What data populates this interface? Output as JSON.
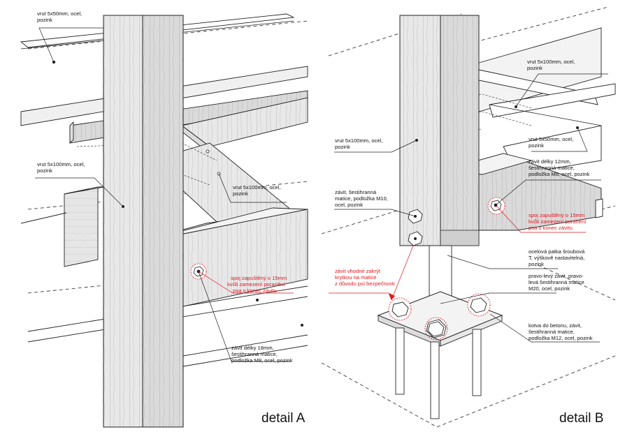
{
  "colors": {
    "wood": "#e8e8e8",
    "wood_dark": "#d4d4d4",
    "line": "#222222",
    "accent_red": "#e3161d"
  },
  "detail_a": {
    "title": "detail A",
    "labels": {
      "screw_top": [
        "vrut 5x50mm, ocel,",
        "pozink"
      ],
      "screw_left": [
        "vrut 5x100mm, ocel,",
        "pozink"
      ],
      "screw_mid": [
        "vrut 5x100mm, ocel,",
        "pozink"
      ],
      "recessed_joint": [
        "spoj zapuštěný o 15mm",
        "kvůli zamezení poranění",
        "psa o konec závitu"
      ],
      "thread": [
        "závit délky 18mm,",
        "šestihranná matice,",
        "podložka M8, ocel, pozink"
      ]
    }
  },
  "detail_b": {
    "title": "detail B",
    "labels": {
      "screw_top": [
        "vrut 5x100mm, ocel,",
        "pozink"
      ],
      "screw_small": [
        "vrut 5x50mm, ocel,",
        "pozink"
      ],
      "screw_post": [
        "vrut 5x100mm, ocel,",
        "pozink"
      ],
      "thread_12": [
        "závit délky 12mm,",
        "šestihranná matice,",
        "podložka M8, ocel, pozink"
      ],
      "recessed_joint": [
        "spoj zapuštěný o 15mm",
        "kvůli zamezení poranění",
        "psa o konec závitu"
      ],
      "bolt_m10": [
        "závit, šestihranná",
        "matice, podložka M10,",
        "ocel, pozink"
      ],
      "base_foot": [
        "ocelová patka šroubová",
        "T, výškově nastavitelná,",
        "pozink"
      ],
      "cap_note": [
        "závit vhodné zakrýt",
        "krytkou na matice",
        "z důvodu psí bezpečnosti"
      ],
      "thread_m20": [
        "pravo-levý závit, pravo-",
        "levá šestihranná matice",
        "M20, ocel, pozink"
      ],
      "anchor": [
        "kotva do betonu, závit,",
        "šestihranná matice,",
        "podložka M12, ocel, pozink"
      ]
    }
  }
}
